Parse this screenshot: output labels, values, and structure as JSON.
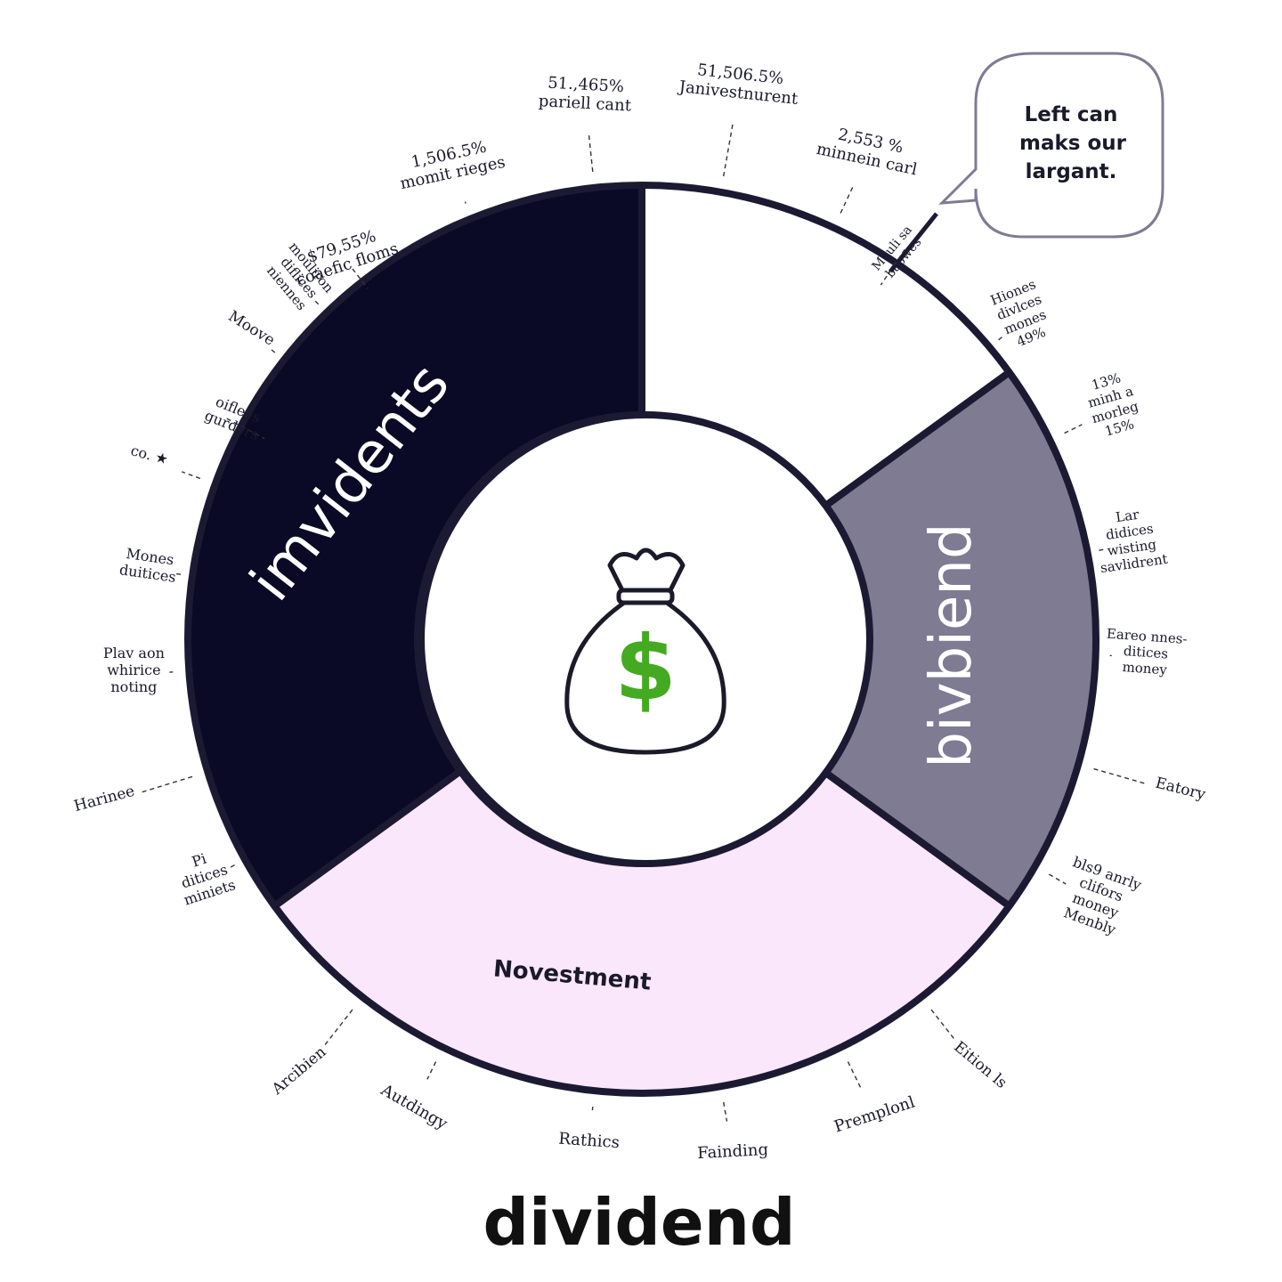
{
  "chart_data": {
    "type": "pie",
    "title": "dividend",
    "slices": [
      {
        "label": "imvidents",
        "value": 35,
        "color": "#0a0a26"
      },
      {
        "label": "",
        "value": 15,
        "color": "#ffffff"
      },
      {
        "label": "bivbiend",
        "value": 20,
        "color": "#7e7b93"
      },
      {
        "label": "Novestment",
        "value": 30,
        "color": "#fbe7fb"
      }
    ],
    "center_icon": "money-bag-icon",
    "center_icon_color": "#44aa22",
    "ring_stroke": "#1c1a33",
    "callout_note": {
      "lines": [
        "Left can",
        "maks our",
        "largant."
      ]
    },
    "annotations": [
      {
        "id": "a1",
        "lines": [
          "51.,465%",
          "pariell cant"
        ]
      },
      {
        "id": "a2",
        "lines": [
          "51,506.5%",
          "Janivestnurent"
        ]
      },
      {
        "id": "a3",
        "lines": [
          "2,553 %",
          "minnein carl"
        ]
      },
      {
        "id": "a4",
        "lines": [
          "1,506.5%",
          "momit rieges"
        ]
      },
      {
        "id": "a5",
        "lines": [
          "$79,55%",
          "coaefic floms"
        ]
      },
      {
        "id": "a6",
        "lines": [
          "Moove"
        ]
      },
      {
        "id": "a7",
        "lines": [
          "co. ★"
        ]
      },
      {
        "id": "a8",
        "lines": [
          "Mones",
          "duitices"
        ]
      },
      {
        "id": "a9",
        "lines": [
          "Plav aon",
          "whirice",
          "noting"
        ]
      },
      {
        "id": "a10",
        "lines": [
          "Harinee"
        ]
      },
      {
        "id": "a11",
        "lines": [
          "Pi",
          "ditices",
          "miniets"
        ]
      },
      {
        "id": "a12",
        "lines": [
          "Arcibien"
        ]
      },
      {
        "id": "a13",
        "lines": [
          "Autdingy"
        ]
      },
      {
        "id": "a14",
        "lines": [
          "Rathics"
        ]
      },
      {
        "id": "a15",
        "lines": [
          "Fainding"
        ]
      },
      {
        "id": "a16",
        "lines": [
          "Premplonl"
        ]
      },
      {
        "id": "a17",
        "lines": [
          "Eition ls"
        ]
      },
      {
        "id": "a18",
        "lines": [
          "bls9 anrly",
          "clifors",
          "money",
          "Menbly"
        ]
      },
      {
        "id": "a19",
        "lines": [
          "Eatory"
        ]
      },
      {
        "id": "a20",
        "lines": [
          "Eareo nnes-",
          "ditices",
          "money"
        ]
      },
      {
        "id": "a21",
        "lines": [
          "Lar",
          "didices",
          "wisting",
          "savlidrent"
        ]
      },
      {
        "id": "a22",
        "lines": [
          "13%",
          "minh a",
          "morleg",
          "15%"
        ]
      },
      {
        "id": "a23",
        "lines": [
          "Hiones",
          "divlces",
          "mones",
          "49%"
        ]
      },
      {
        "id": "a24",
        "lines": [
          "Mouli sa",
          "baowes"
        ]
      },
      {
        "id": "a25",
        "lines": [
          "oiflees",
          "gurders"
        ]
      },
      {
        "id": "a26",
        "lines": [
          "mouliron",
          "diflices",
          "niennes"
        ]
      }
    ]
  }
}
